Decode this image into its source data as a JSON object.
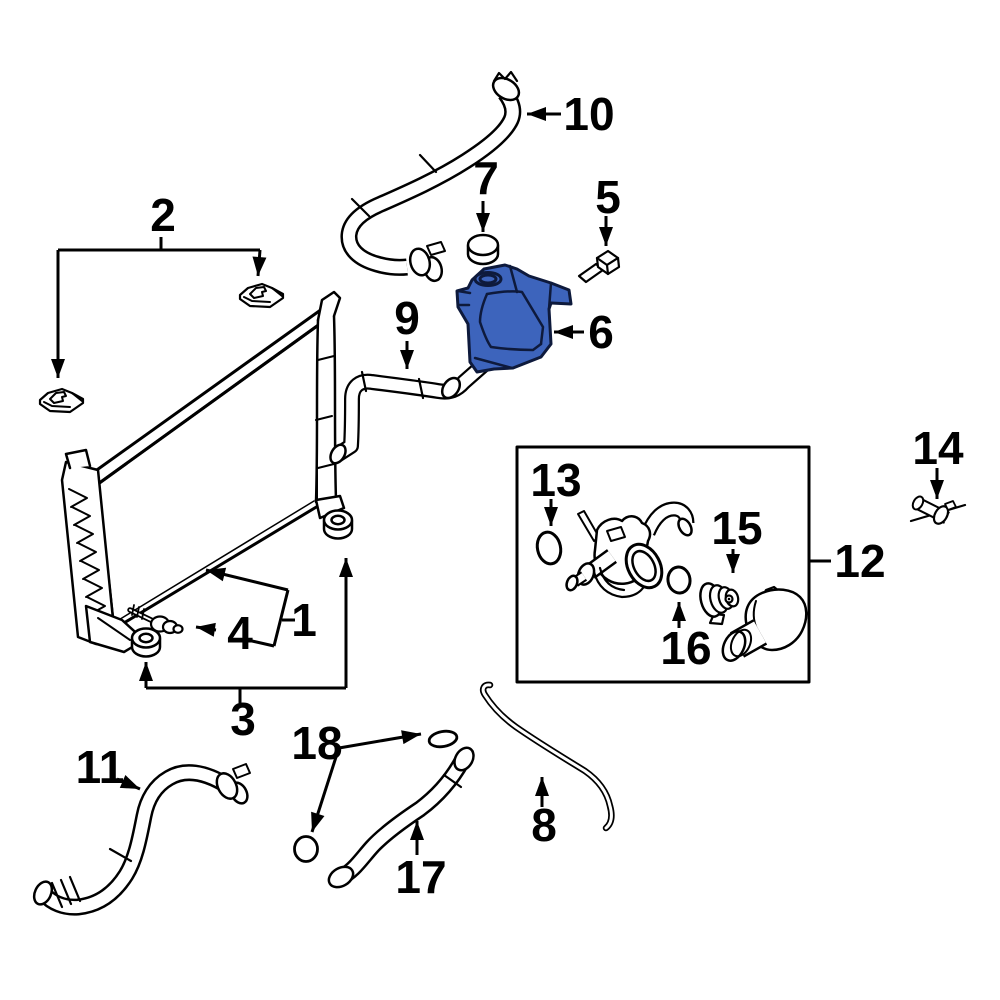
{
  "diagram": {
    "type": "exploded-parts-diagram",
    "description_visible_text_only": true,
    "highlighted_callout": "6",
    "callouts": {
      "1": "1",
      "2": "2",
      "3": "3",
      "4": "4",
      "5": "5",
      "6": "6",
      "7": "7",
      "8": "8",
      "9": "9",
      "10": "10",
      "11": "11",
      "12": "12",
      "13": "13",
      "14": "14",
      "15": "15",
      "16": "16",
      "17": "17",
      "18": "18"
    },
    "colors": {
      "background": "#ffffff",
      "line": "#000000",
      "highlight_fill": "#3d64bc",
      "highlight_stroke": "#0e1a3c"
    }
  }
}
